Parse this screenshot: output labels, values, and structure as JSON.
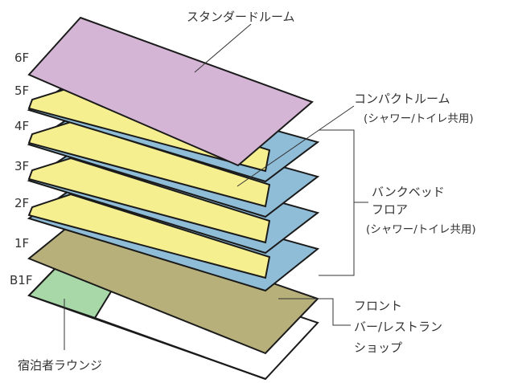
{
  "floors": [
    {
      "key": "6F",
      "label": "6F"
    },
    {
      "key": "5F",
      "label": "5F"
    },
    {
      "key": "4F",
      "label": "4F"
    },
    {
      "key": "3F",
      "label": "3F"
    },
    {
      "key": "2F",
      "label": "2F"
    },
    {
      "key": "1F",
      "label": "1F"
    },
    {
      "key": "B1F",
      "label": "B1F"
    }
  ],
  "callouts": {
    "standard_room": "スタンダードルーム",
    "compact_room": "コンパクトルーム",
    "compact_room_note": "(シャワー/トイレ共用)",
    "bunk_bed_line1": "バンクベッド",
    "bunk_bed_line2": "フロア",
    "bunk_bed_note": "(シャワー/トイレ共用)",
    "front_line1": "フロント",
    "front_line2": "バー/レストラン",
    "front_line3": "ショップ",
    "lounge": "宿泊者ラウンジ"
  },
  "colors": {
    "standard_room": "#d4b5d6",
    "compact_room": "#f5ef8f",
    "bunk_bed": "#8fbcd6",
    "first_floor": "#b8b07a",
    "lounge": "#a8d8a8",
    "basement": "#ffffff",
    "outline": "#1a1a1a"
  }
}
